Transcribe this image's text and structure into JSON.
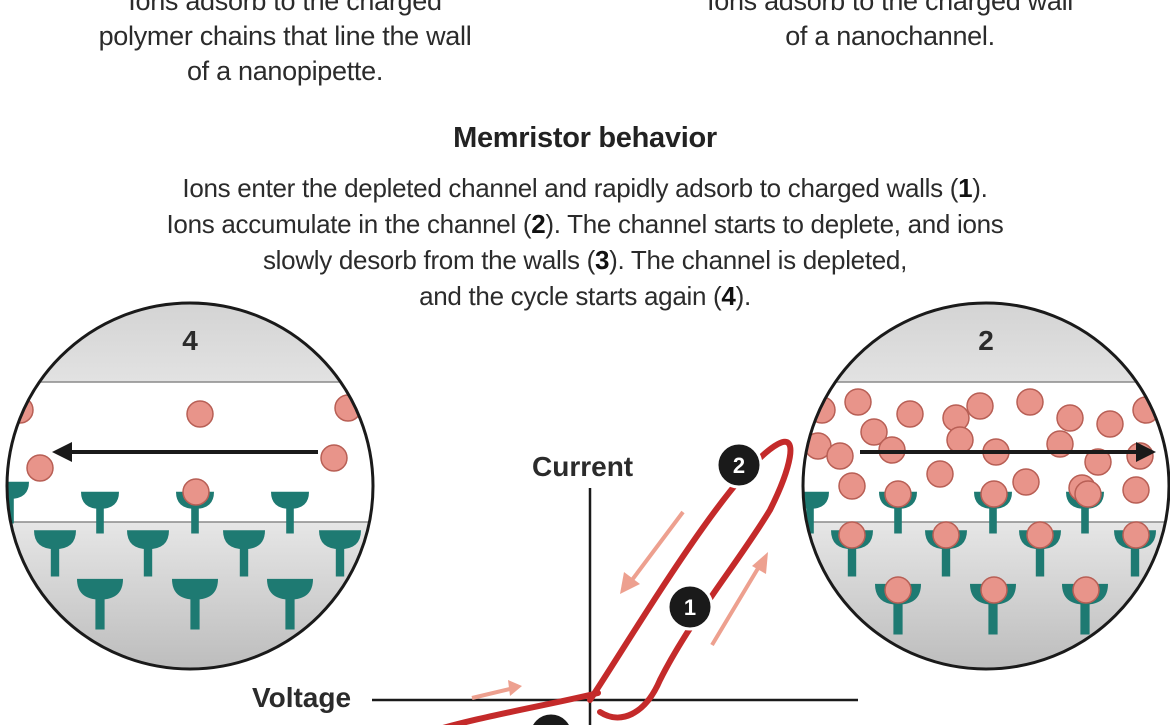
{
  "captions": {
    "left": [
      "Ions adsorb to the charged",
      "polymer chains that line the wall",
      "of a nanopipette."
    ],
    "right": [
      "Ions adsorb to the charged wall",
      "of a nanochannel."
    ]
  },
  "section": {
    "title": "Memristor behavior",
    "desc": [
      {
        "parts": [
          {
            "t": "Ions enter the depleted channel and rapidly adsorb to charged walls ("
          },
          {
            "b": "1"
          },
          {
            "t": ")."
          }
        ]
      },
      {
        "parts": [
          {
            "t": "Ions accumulate in the channel ("
          },
          {
            "b": "2"
          },
          {
            "t": "). The channel starts to deplete, and ions"
          }
        ]
      },
      {
        "parts": [
          {
            "t": "slowly desorb from the walls ("
          },
          {
            "b": "3"
          },
          {
            "t": "). The channel is depleted,"
          }
        ]
      },
      {
        "parts": [
          {
            "t": "and the cycle starts again ("
          },
          {
            "b": "4"
          },
          {
            "t": ")."
          }
        ]
      }
    ]
  },
  "graph": {
    "y_label": "Current",
    "x_label": "Voltage",
    "badges": [
      "1",
      "2"
    ]
  },
  "circles": {
    "left_number": "4",
    "right_number": "2"
  },
  "colors": {
    "ion": "#e8948a",
    "ion_stroke": "#b85f55",
    "receptor": "#1e7a72",
    "loop": "#c42a2a",
    "arrow_light": "#eda08f",
    "gray": "#d9d9d9"
  }
}
